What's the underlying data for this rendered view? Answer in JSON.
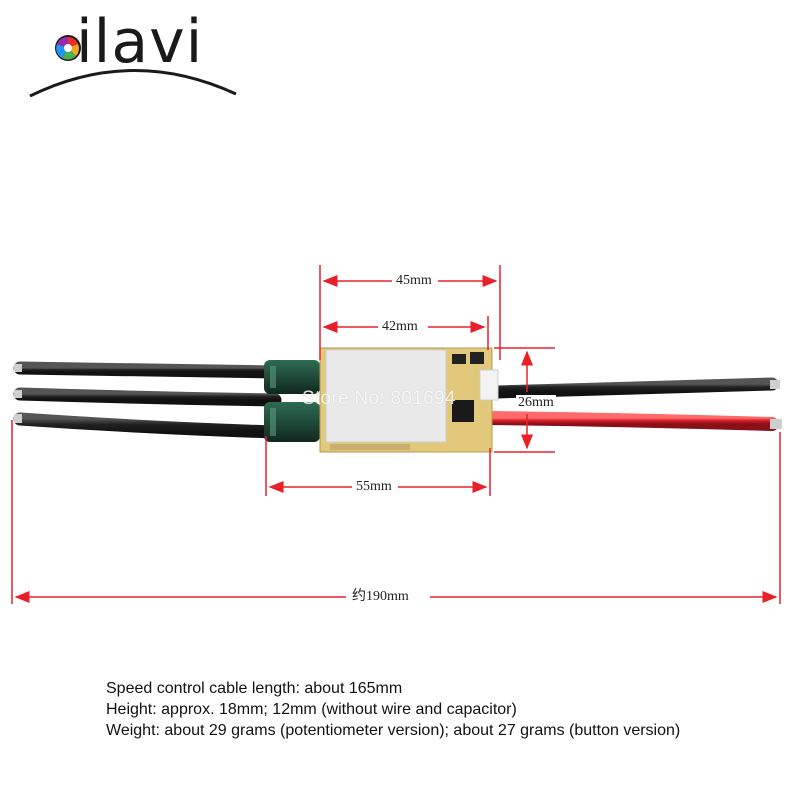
{
  "brand": {
    "logo_text": "ailavi"
  },
  "dimensions": {
    "width_outer": "45mm",
    "width_inner": "42mm",
    "height": "26mm",
    "length_with_capacitors": "55mm",
    "total_length": "约190mm"
  },
  "watermark": "Store No: 801694",
  "specs": [
    "Speed control cable length: about 165mm",
    "Height: approx. 18mm; 12mm (without wire and capacitor)",
    "Weight: about 29 grams (potentiometer version); about 27 grams (button version)"
  ],
  "colors": {
    "dimension_red": "#e8202a",
    "wire_black": "#2a2a2a",
    "wire_red": "#d8202a",
    "capacitor_green": "#1f4a3a",
    "pcb_yellow": "#e2c87a"
  }
}
